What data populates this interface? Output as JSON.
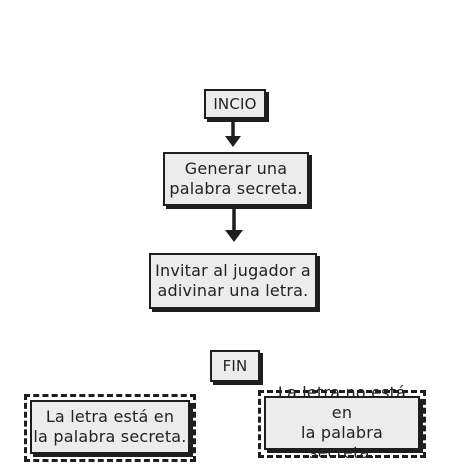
{
  "diagram": {
    "nodes": {
      "start": "INCIO",
      "generate": "Generar una\npalabra secreta.",
      "invite": "Invitar al jugador a\nadivinar una letra.",
      "end": "FIN",
      "letter_in": "La letra está en\nla palabra secreta.",
      "letter_not_in": "La letra no está en\nla palabra secreta."
    },
    "edges": [
      {
        "from": "start",
        "to": "generate"
      },
      {
        "from": "generate",
        "to": "invite"
      }
    ],
    "colors": {
      "box_fill": "#ececec",
      "stroke": "#1e1e1e",
      "background": "#ffffff"
    }
  }
}
